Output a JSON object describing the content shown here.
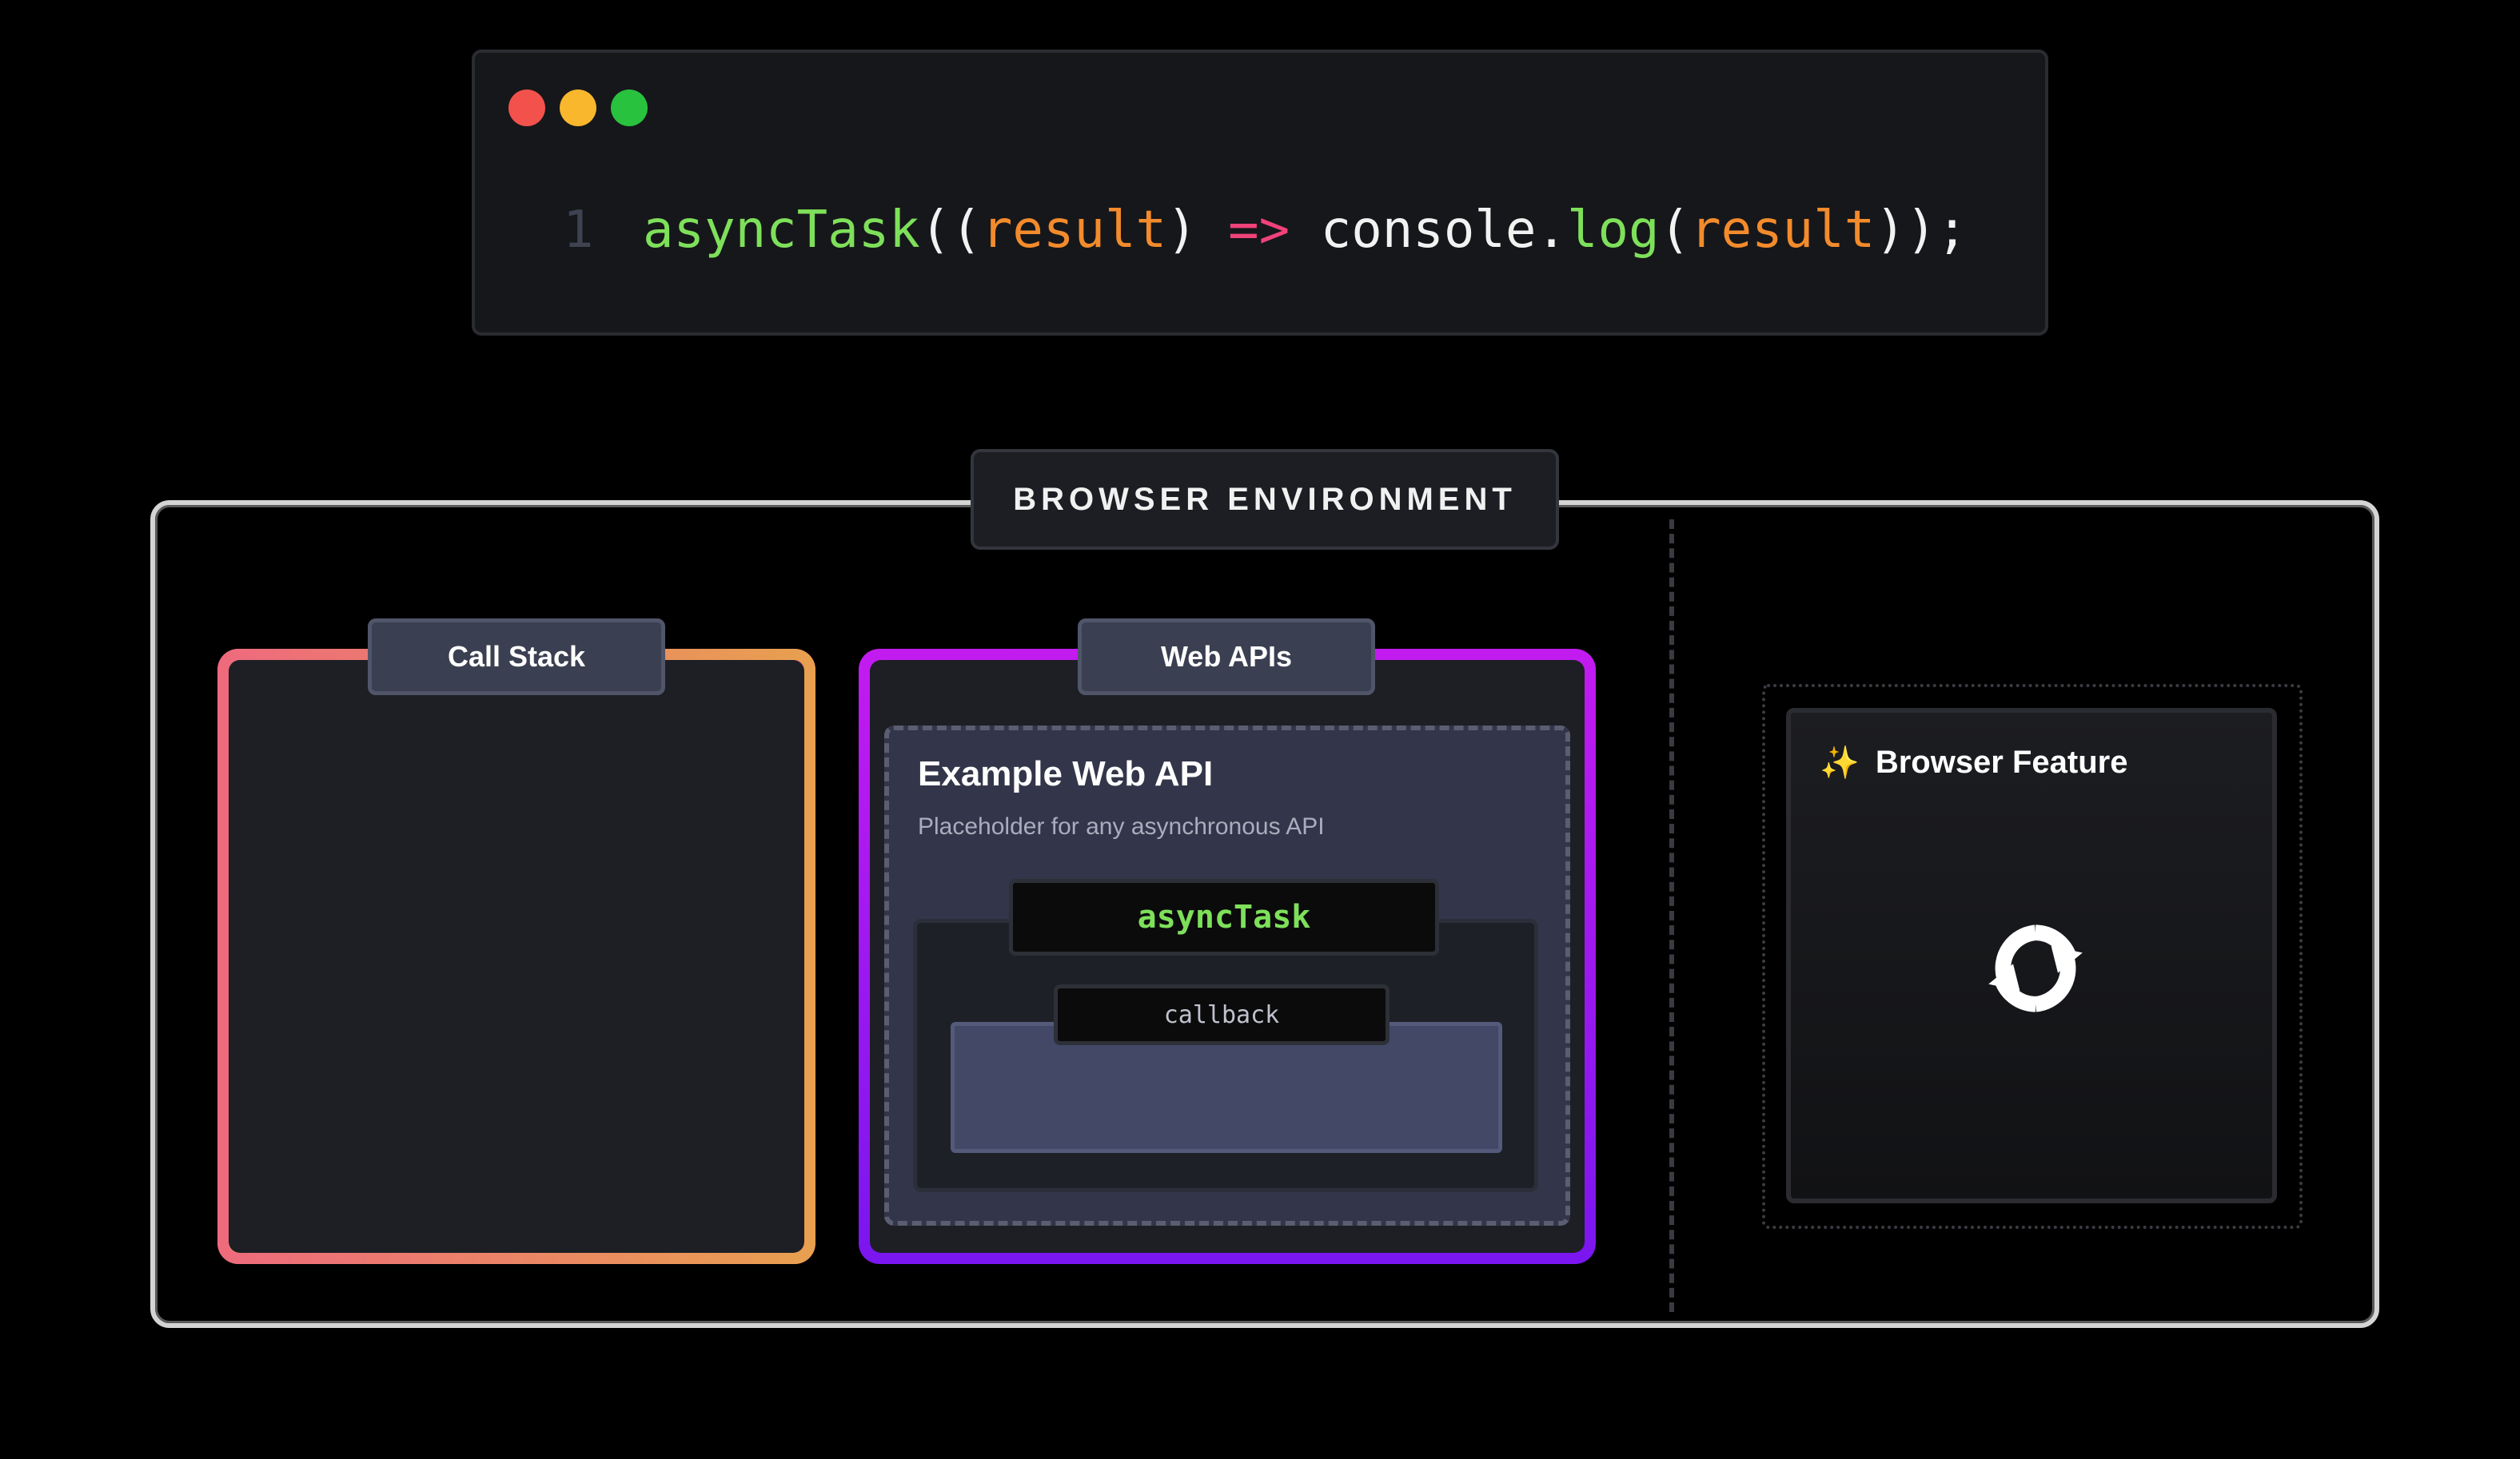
{
  "code_window": {
    "traffic_lights": [
      {
        "name": "close",
        "color": "#f3524c"
      },
      {
        "name": "minimize",
        "color": "#f8b72c"
      },
      {
        "name": "maximize",
        "color": "#28c23f"
      }
    ],
    "line_number": "1",
    "tokens": {
      "fn": "asyncTask",
      "open": "((",
      "param1": "result",
      "close1": ") ",
      "arrow": "=>",
      "console": " console.",
      "log": "log",
      "open2": "(",
      "param2": "result",
      "end": "));"
    },
    "colors": {
      "function": "#7ee05a",
      "parameter": "#f38b2c",
      "arrow": "#f0427b"
    }
  },
  "environment": {
    "label": "BROWSER ENVIRONMENT"
  },
  "call_stack": {
    "label": "Call Stack",
    "gradient": [
      "#ee6a7d",
      "#e8a04f"
    ]
  },
  "web_apis": {
    "label": "Web APIs",
    "gradient": [
      "#c31bf0",
      "#7a16ef"
    ],
    "example": {
      "title": "Example Web API",
      "subtitle": "Placeholder for any asynchronous API",
      "task_label": "asyncTask",
      "callback_label": "callback"
    }
  },
  "browser_feature": {
    "icon": "sparkle-icon",
    "title": "Browser Feature",
    "status_icon": "sync-icon"
  }
}
